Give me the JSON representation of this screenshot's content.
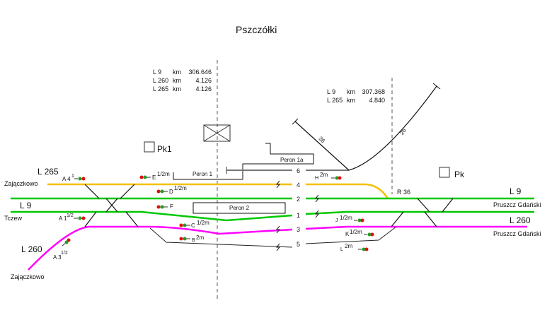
{
  "title": "Pszczółki",
  "km_left": [
    {
      "line": "L 9",
      "unit": "km",
      "value": "306.646"
    },
    {
      "line": "L 260",
      "unit": "km",
      "value": "4.126"
    },
    {
      "line": "L 265",
      "unit": "km",
      "value": "4.126"
    }
  ],
  "km_right": [
    {
      "line": "L 9",
      "unit": "km",
      "value": "307.368"
    },
    {
      "line": "L 265",
      "unit": "km",
      "value": "4.840"
    }
  ],
  "posts": {
    "pk1": "Pk1",
    "pk": "Pk"
  },
  "platforms": {
    "p1": "Peron 1",
    "p1a": "Peron 1a",
    "p2": "Peron 2"
  },
  "lines_left": {
    "l265": "L 265",
    "l265_dest": "Zajączkowo",
    "l9": "L 9",
    "l9_dest": "Tczew",
    "l260": "L 260",
    "l260_dest": "Zajączkowo"
  },
  "lines_right": {
    "l9": "L 9",
    "l9_dest": "Pruszcz Gdański",
    "l260": "L 260",
    "l260_dest": "Pruszcz Gdański"
  },
  "tracks": [
    "6",
    "4",
    "2",
    "1",
    "3",
    "5"
  ],
  "spurs": {
    "s36": "36",
    "s26": "26",
    "r36": "R 36"
  },
  "signals": [
    {
      "name": "A 4",
      "sup": "1"
    },
    {
      "name": "E",
      "sup": "1/2m"
    },
    {
      "name": "D",
      "sup": "1/2m"
    },
    {
      "name": "F",
      "sup": ""
    },
    {
      "name": "A 1",
      "sup": "1/2"
    },
    {
      "name": "C",
      "sup": "1/2m"
    },
    {
      "name": "B",
      "sup": "2m"
    },
    {
      "name": "A 3",
      "sup": "1/2"
    },
    {
      "name": "H",
      "sup": "2m"
    },
    {
      "name": "J",
      "sup": "1/2m"
    },
    {
      "name": "K",
      "sup": "1/2m"
    },
    {
      "name": "L",
      "sup": "2m"
    }
  ],
  "colors": {
    "l265": "#f5c000",
    "l9": "#00c800",
    "l260": "#ff00ff",
    "signal_red": "#e01010",
    "signal_green": "#20a020"
  }
}
